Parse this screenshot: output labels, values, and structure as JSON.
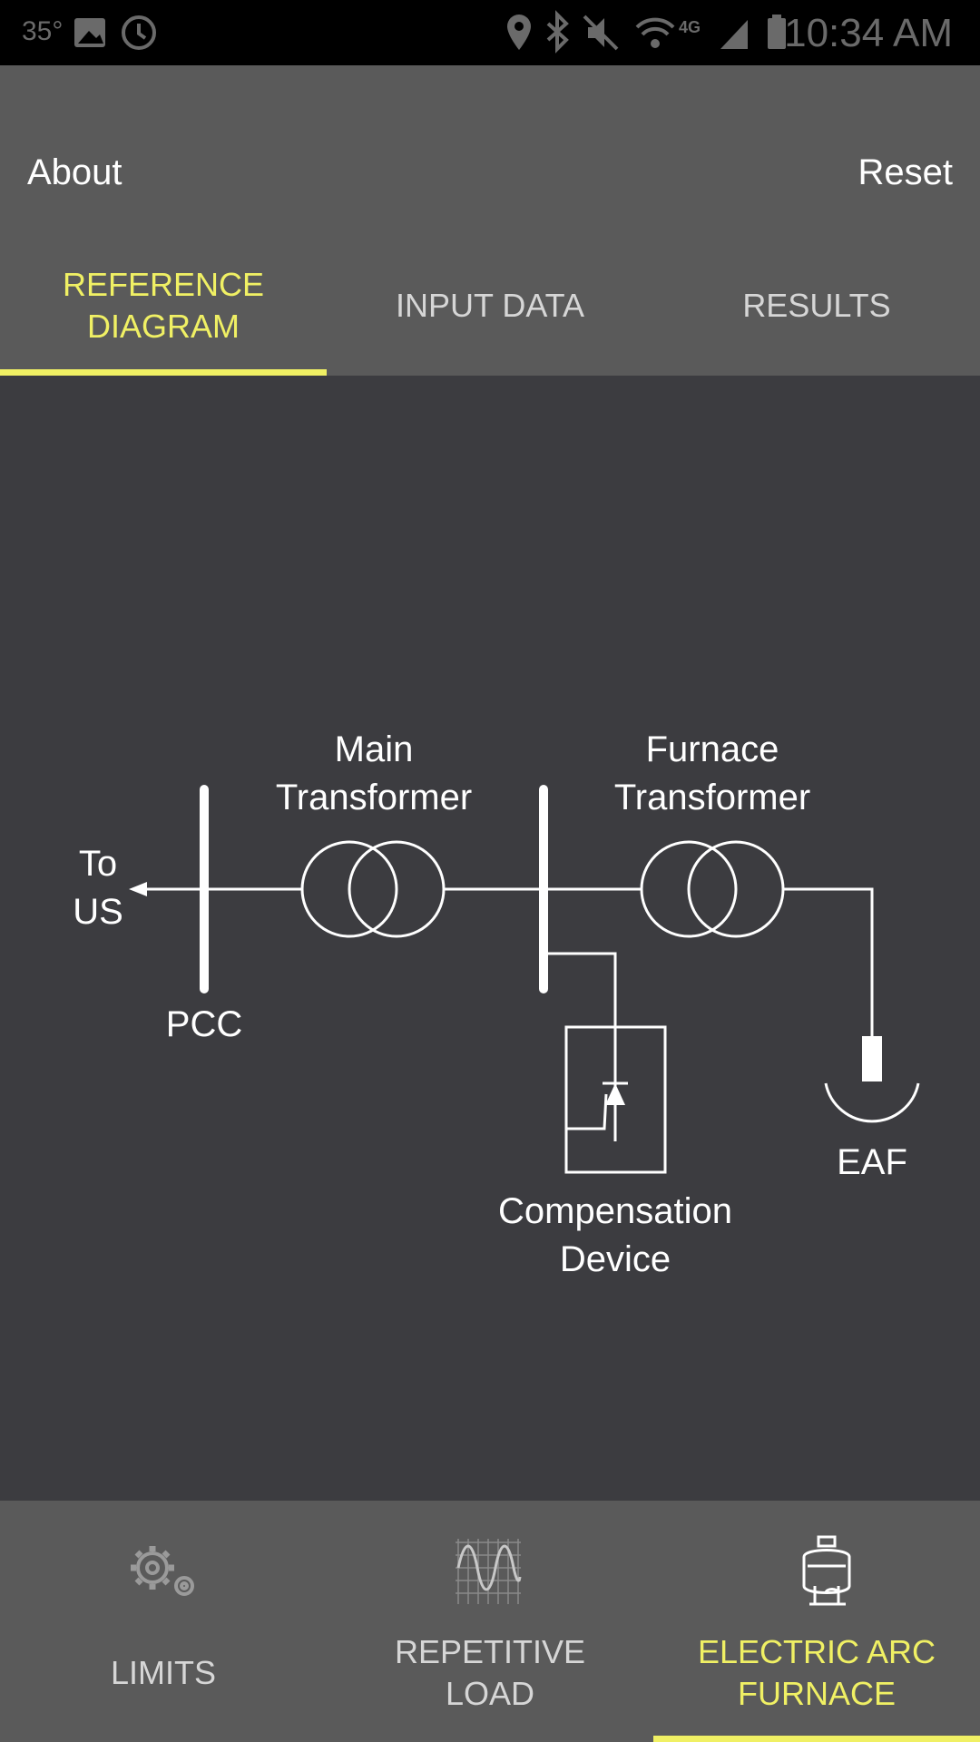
{
  "status_bar": {
    "temperature": "35°",
    "time": "10:34 AM",
    "icons": [
      "image-icon",
      "alarm-icon",
      "location-icon",
      "bluetooth-icon",
      "mute-icon",
      "wifi-icon",
      "4g-icon",
      "signal-icon",
      "battery-icon"
    ]
  },
  "header": {
    "about_label": "About",
    "reset_label": "Reset"
  },
  "tabs": [
    {
      "label": "REFERENCE\nDIAGRAM",
      "active": true
    },
    {
      "label": "INPUT DATA",
      "active": false
    },
    {
      "label": "RESULTS",
      "active": false
    }
  ],
  "diagram": {
    "to_label_line1": "To",
    "to_label_line2": "US",
    "pcc_label": "PCC",
    "main_transformer_line1": "Main",
    "main_transformer_line2": "Transformer",
    "furnace_transformer_line1": "Furnace",
    "furnace_transformer_line2": "Transformer",
    "compensation_line1": "Compensation",
    "compensation_line2": "Device",
    "eaf_label": "EAF"
  },
  "bottom_nav": [
    {
      "label": "LIMITS",
      "icon": "gears-icon",
      "active": false
    },
    {
      "label": "REPETITIVE\nLOAD",
      "icon": "waveform-icon",
      "active": false
    },
    {
      "label": "ELECTRIC ARC\nFURNACE",
      "icon": "furnace-icon",
      "active": true
    }
  ],
  "colors": {
    "accent": "#f0f064",
    "header_bg": "#5a5a5a",
    "content_bg": "#3c3c40",
    "inactive_text": "#d6d6d6"
  }
}
